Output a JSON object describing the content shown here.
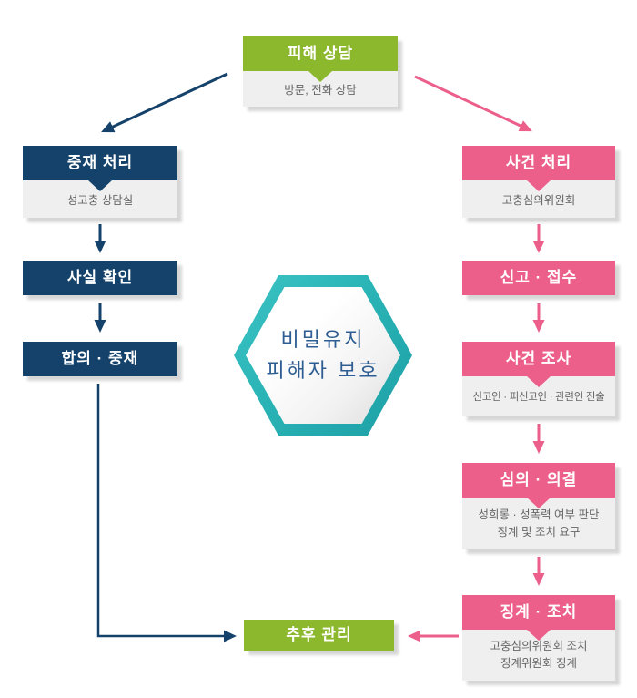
{
  "colors": {
    "green": "#8cb82d",
    "navy": "#15426b",
    "pink": "#ec5f8a",
    "teal": "#2ab4b6",
    "hexagon_text": "#2d5d92",
    "sub_background": "#efefef",
    "sub_text": "#666666"
  },
  "nodes": {
    "consult": {
      "title": "피해 상담",
      "sub": "방문, 전화 상담"
    },
    "mediation": {
      "title": "중재 처리",
      "sub": "성고충 상담실"
    },
    "fact_check": {
      "title": "사실 확인"
    },
    "agreement": {
      "title": "합의 · 중재"
    },
    "case_handling": {
      "title": "사건 처리",
      "sub": "고충심의위원회"
    },
    "report_reception": {
      "title": "신고 · 접수"
    },
    "investigation": {
      "title": "사건 조사",
      "sub": "신고인 · 피신고인 · 관련인 진술"
    },
    "deliberation": {
      "title": "심의 · 의결",
      "sub_lines": [
        "성희롱 · 성폭력 여부 판단",
        "징계 및 조치 요구"
      ]
    },
    "discipline": {
      "title": "징계 · 조치",
      "sub_lines": [
        "고충심의위원회 조치",
        "징계위원회 징계"
      ]
    },
    "followup": {
      "title": "추후 관리"
    }
  },
  "hexagon": {
    "line1": "비밀유지",
    "line2": "피해자 보호"
  }
}
